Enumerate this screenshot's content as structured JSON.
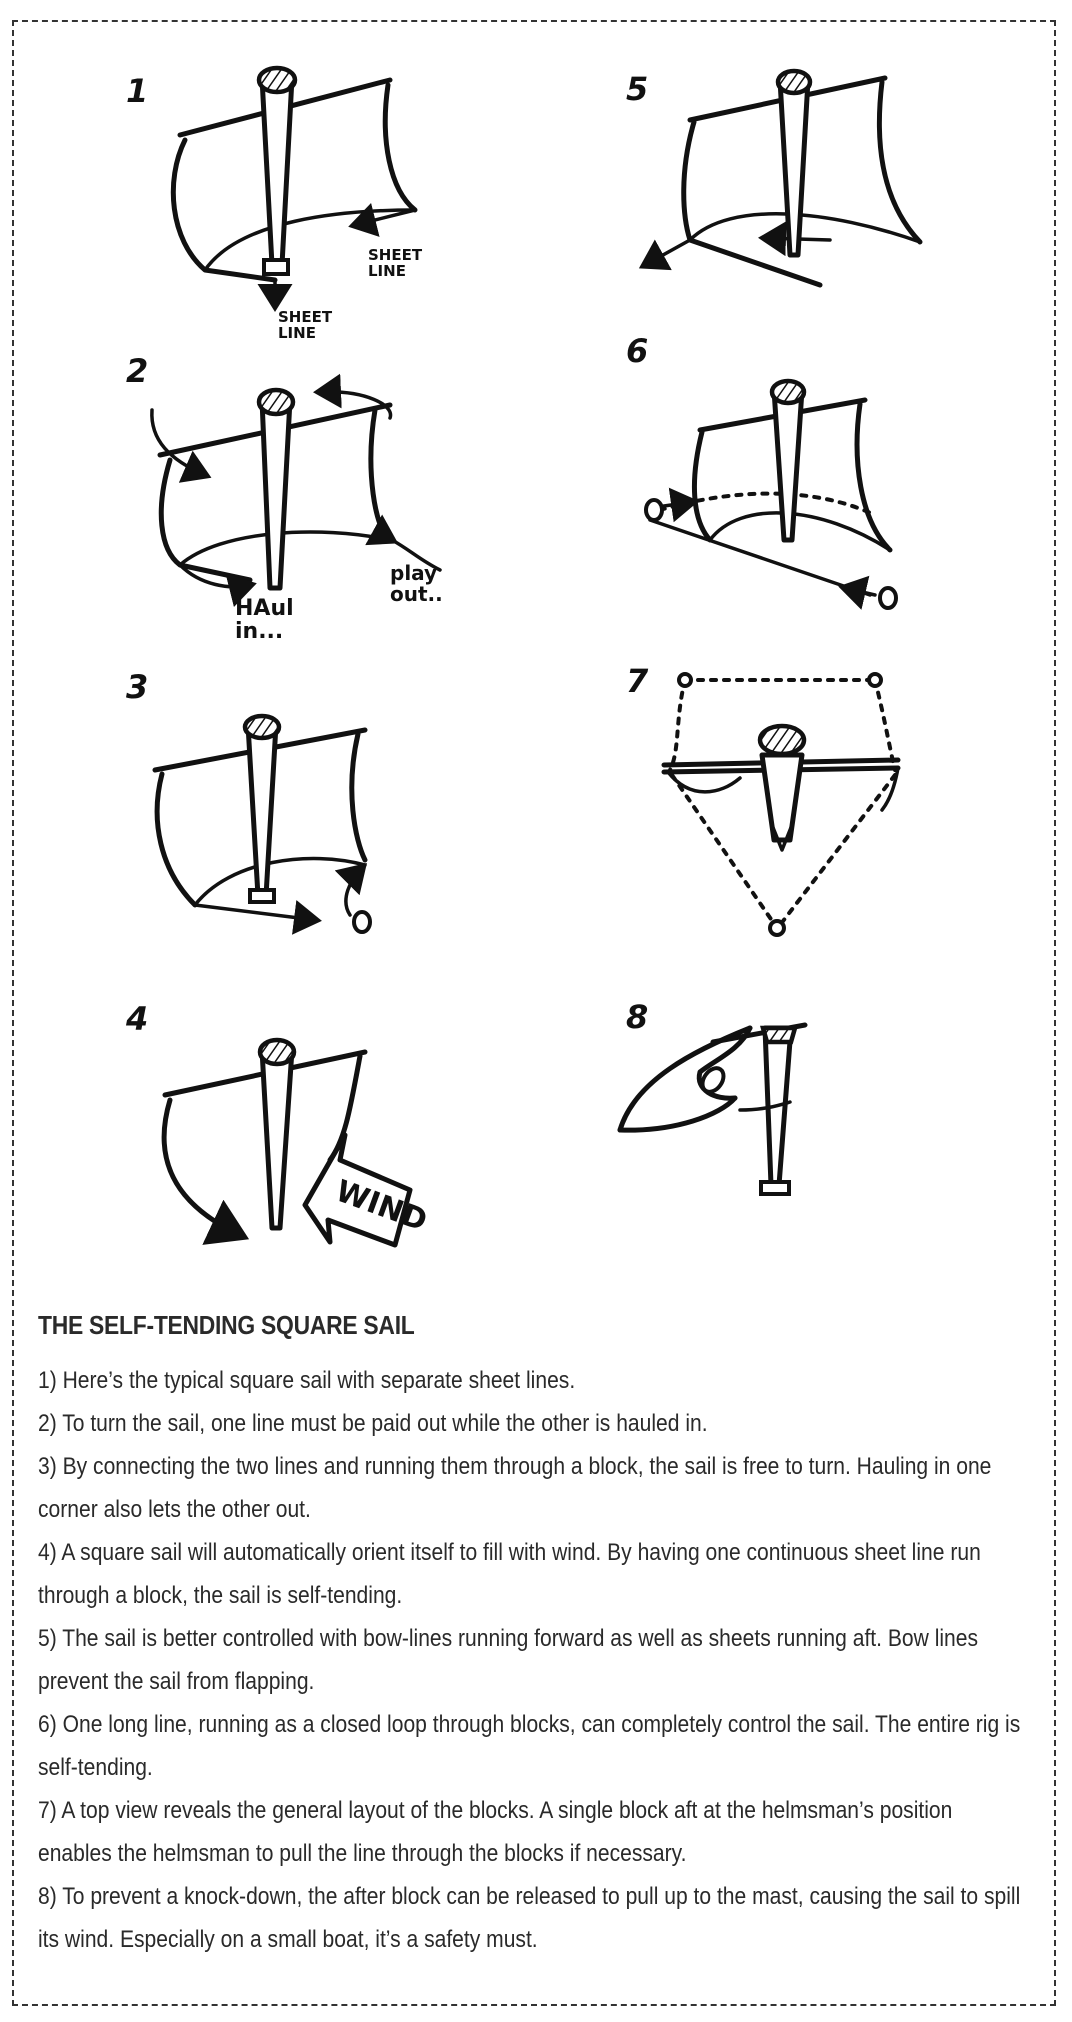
{
  "diagram": {
    "panels": [
      {
        "number": "1",
        "labels": [
          "SHEET LINE",
          "SHEET LINE"
        ]
      },
      {
        "number": "5",
        "labels": []
      },
      {
        "number": "2",
        "labels": [
          "HAul in...",
          "play out.."
        ]
      },
      {
        "number": "6",
        "labels": []
      },
      {
        "number": "3",
        "labels": []
      },
      {
        "number": "7",
        "labels": []
      },
      {
        "number": "4",
        "labels": [
          "WIND"
        ]
      },
      {
        "number": "8",
        "labels": []
      }
    ]
  },
  "caption": {
    "title": "THE SELF-TENDING SQUARE SAIL",
    "steps": [
      "1) Here’s the typical square sail with separate sheet lines.",
      "2) To turn the sail, one line must be paid out while the other is hauled in.",
      "3) By connecting the two lines and running them through a block, the sail is free to turn.  Hauling in one corner also lets the other out.",
      "4) A square sail will automatically orient itself to fill with wind. By having one continuous sheet line run through a block, the sail is self-tending.",
      "5) The sail is better controlled with bow-lines running forward as well as sheets running aft. Bow lines prevent the sail from flapping.",
      "6) One long line, running as a closed loop through blocks, can completely control the sail.  The entire rig is self-tending.",
      "7) A top view reveals the general layout of the blocks. A single block aft at the helmsman’s position enables the helmsman to pull the line through the blocks if necessary.",
      "8) To prevent a knock-down, the after block can be released to pull up to the mast, causing the sail to spill its wind.  Especially on a small boat, it’s a safety must."
    ]
  }
}
